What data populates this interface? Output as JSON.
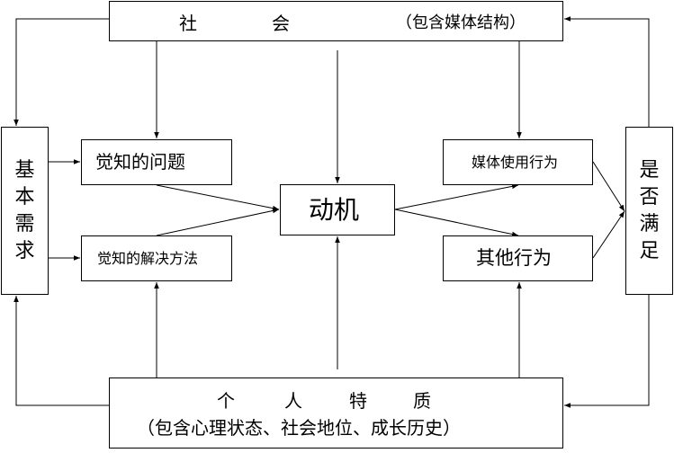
{
  "society": {
    "char1": "社",
    "char2": "会",
    "note": "（包含媒体结构）"
  },
  "basic_needs": [
    "基",
    "本",
    "需",
    "求"
  ],
  "perceived_problem": "觉知的问题",
  "perceived_solution": "觉知的解决方法",
  "motive": "动机",
  "media_use": "媒体使用行为",
  "other_behavior": "其他行为",
  "satisfied": [
    "是",
    "否",
    "满",
    "足"
  ],
  "individual": {
    "char1": "个",
    "char2": "人",
    "char3": "特",
    "char4": "质",
    "note": "（包含心理状态、社会地位、成长历史）"
  }
}
